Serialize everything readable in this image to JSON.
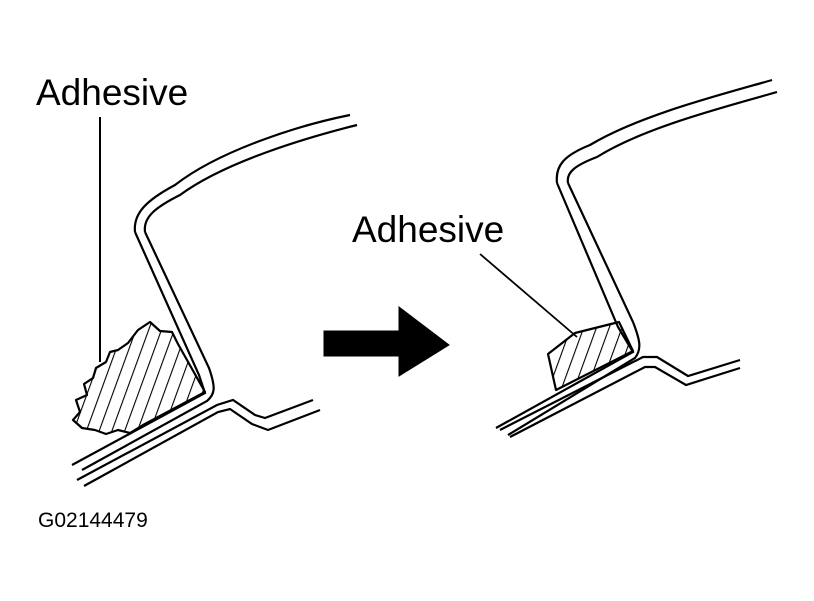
{
  "labels": {
    "left_adhesive": "Adhesive",
    "right_adhesive": "Adhesive",
    "figure_code": "G02144479"
  },
  "colors": {
    "line": "#000000",
    "background": "#ffffff"
  },
  "icons": {
    "arrow": "right-arrow-icon"
  }
}
